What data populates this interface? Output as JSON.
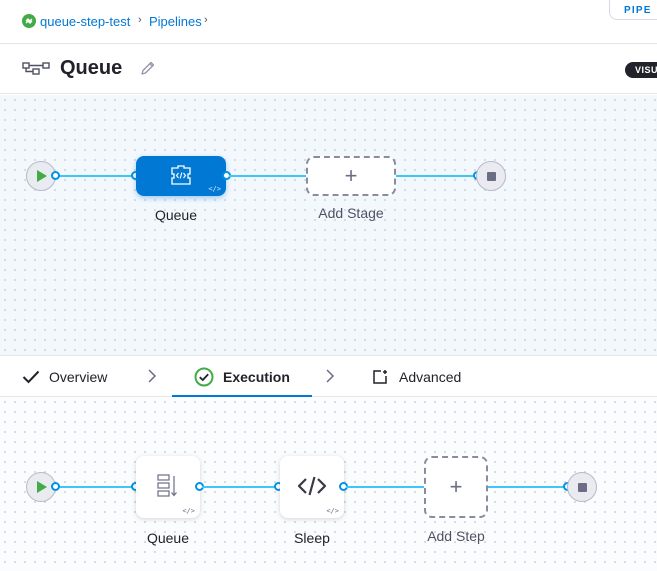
{
  "breadcrumb": {
    "project": "queue-step-test",
    "section": "Pipelines",
    "separator": "›"
  },
  "corner_badge": "PIPE",
  "header": {
    "title": "Queue",
    "visual_toggle": "VISU"
  },
  "stage_flow": {
    "stages": [
      {
        "label": "Queue",
        "icon": "code-puzzle-icon",
        "selected": true
      }
    ],
    "add_label": "Add Stage"
  },
  "tabs": [
    {
      "label": "Overview",
      "icon": "checkmark-icon"
    },
    {
      "label": "Execution",
      "icon": "check-circle-icon",
      "active": true
    },
    {
      "label": "Advanced",
      "icon": "settings-box-icon"
    }
  ],
  "execution_flow": {
    "steps": [
      {
        "label": "Queue",
        "icon": "queue-icon"
      },
      {
        "label": "Sleep",
        "icon": "code-icon"
      }
    ],
    "add_label": "Add Step"
  },
  "colors": {
    "accent": "#0278d5",
    "connector": "#3dc7f6",
    "start_green": "#42ab45",
    "success_green": "#42ab45",
    "text": "#22222a"
  }
}
